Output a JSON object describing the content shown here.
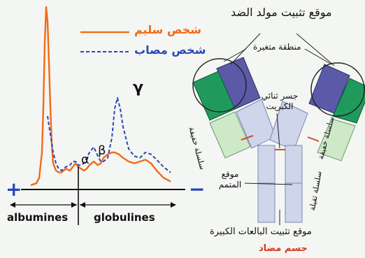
{
  "chart_data": {
    "type": "line",
    "legend": {
      "placement": "top-right",
      "entries": [
        {
          "name": "شخص سليم",
          "color": "#f26a17",
          "style": "solid"
        },
        {
          "name": "شخص مصاب",
          "color": "#2c46b8",
          "style": "dashed"
        }
      ]
    },
    "peak_labels": [
      "α",
      "β",
      "γ"
    ],
    "axis_signs": {
      "left": "+",
      "right": "−"
    },
    "regions": [
      {
        "label": "albumines"
      },
      {
        "label": "globulines"
      }
    ],
    "series": [
      {
        "name": "شخص سليم",
        "color": "#f26a17",
        "x": [
          0,
          4,
          6,
          8,
          9,
          10,
          11,
          12,
          13,
          14,
          15,
          16,
          18,
          20,
          22,
          25,
          28,
          30,
          32,
          34,
          36,
          38,
          40,
          42,
          45,
          48,
          50,
          52,
          55,
          58,
          60,
          63,
          66,
          70,
          74,
          78,
          82,
          86,
          90,
          95,
          100
        ],
        "y": [
          2,
          3,
          6,
          20,
          45,
          80,
          100,
          92,
          70,
          45,
          25,
          14,
          10,
          9,
          9,
          11,
          10,
          12,
          14,
          12,
          11,
          10,
          11,
          13,
          15,
          13,
          14,
          17,
          19,
          20,
          20,
          19,
          17,
          15,
          14,
          15,
          16,
          14,
          10,
          6,
          4
        ]
      },
      {
        "name": "شخص مصاب",
        "color": "#2c46b8",
        "x": [
          12,
          14,
          16,
          18,
          20,
          22,
          25,
          28,
          30,
          32,
          34,
          36,
          38,
          40,
          42,
          45,
          48,
          50,
          52,
          55,
          58,
          60,
          62,
          64,
          66,
          70,
          74,
          78,
          82,
          86,
          90,
          95,
          100
        ],
        "y": [
          40,
          30,
          20,
          14,
          11,
          10,
          12,
          13,
          15,
          15,
          13,
          13,
          14,
          17,
          20,
          23,
          18,
          15,
          15,
          17,
          28,
          44,
          50,
          44,
          34,
          22,
          18,
          17,
          20,
          19,
          16,
          12,
          9
        ]
      }
    ]
  },
  "diagram": {
    "title": "موقع تثبيت مولد الضد",
    "variable_region": "منطقة متغيرة",
    "disulfide_bridge": "جسر ثنائي الكبريت",
    "light_chain": "سلسلة خفيفة",
    "heavy_chain": "سلسلة ثقيلة",
    "hinge": "موقع المتمم",
    "phagocyte_site": "موقع تثبيت البالعات الكبيرة",
    "caption": "جسم مضاد",
    "colors": {
      "variable_heavy": "#5b5aa8",
      "variable_light": "#1f9a5c",
      "constant_heavy": "#cfd5ea",
      "constant_light": "#cde9c8",
      "disulfide": "#d64a2a",
      "caption": "#d23a1c"
    }
  }
}
